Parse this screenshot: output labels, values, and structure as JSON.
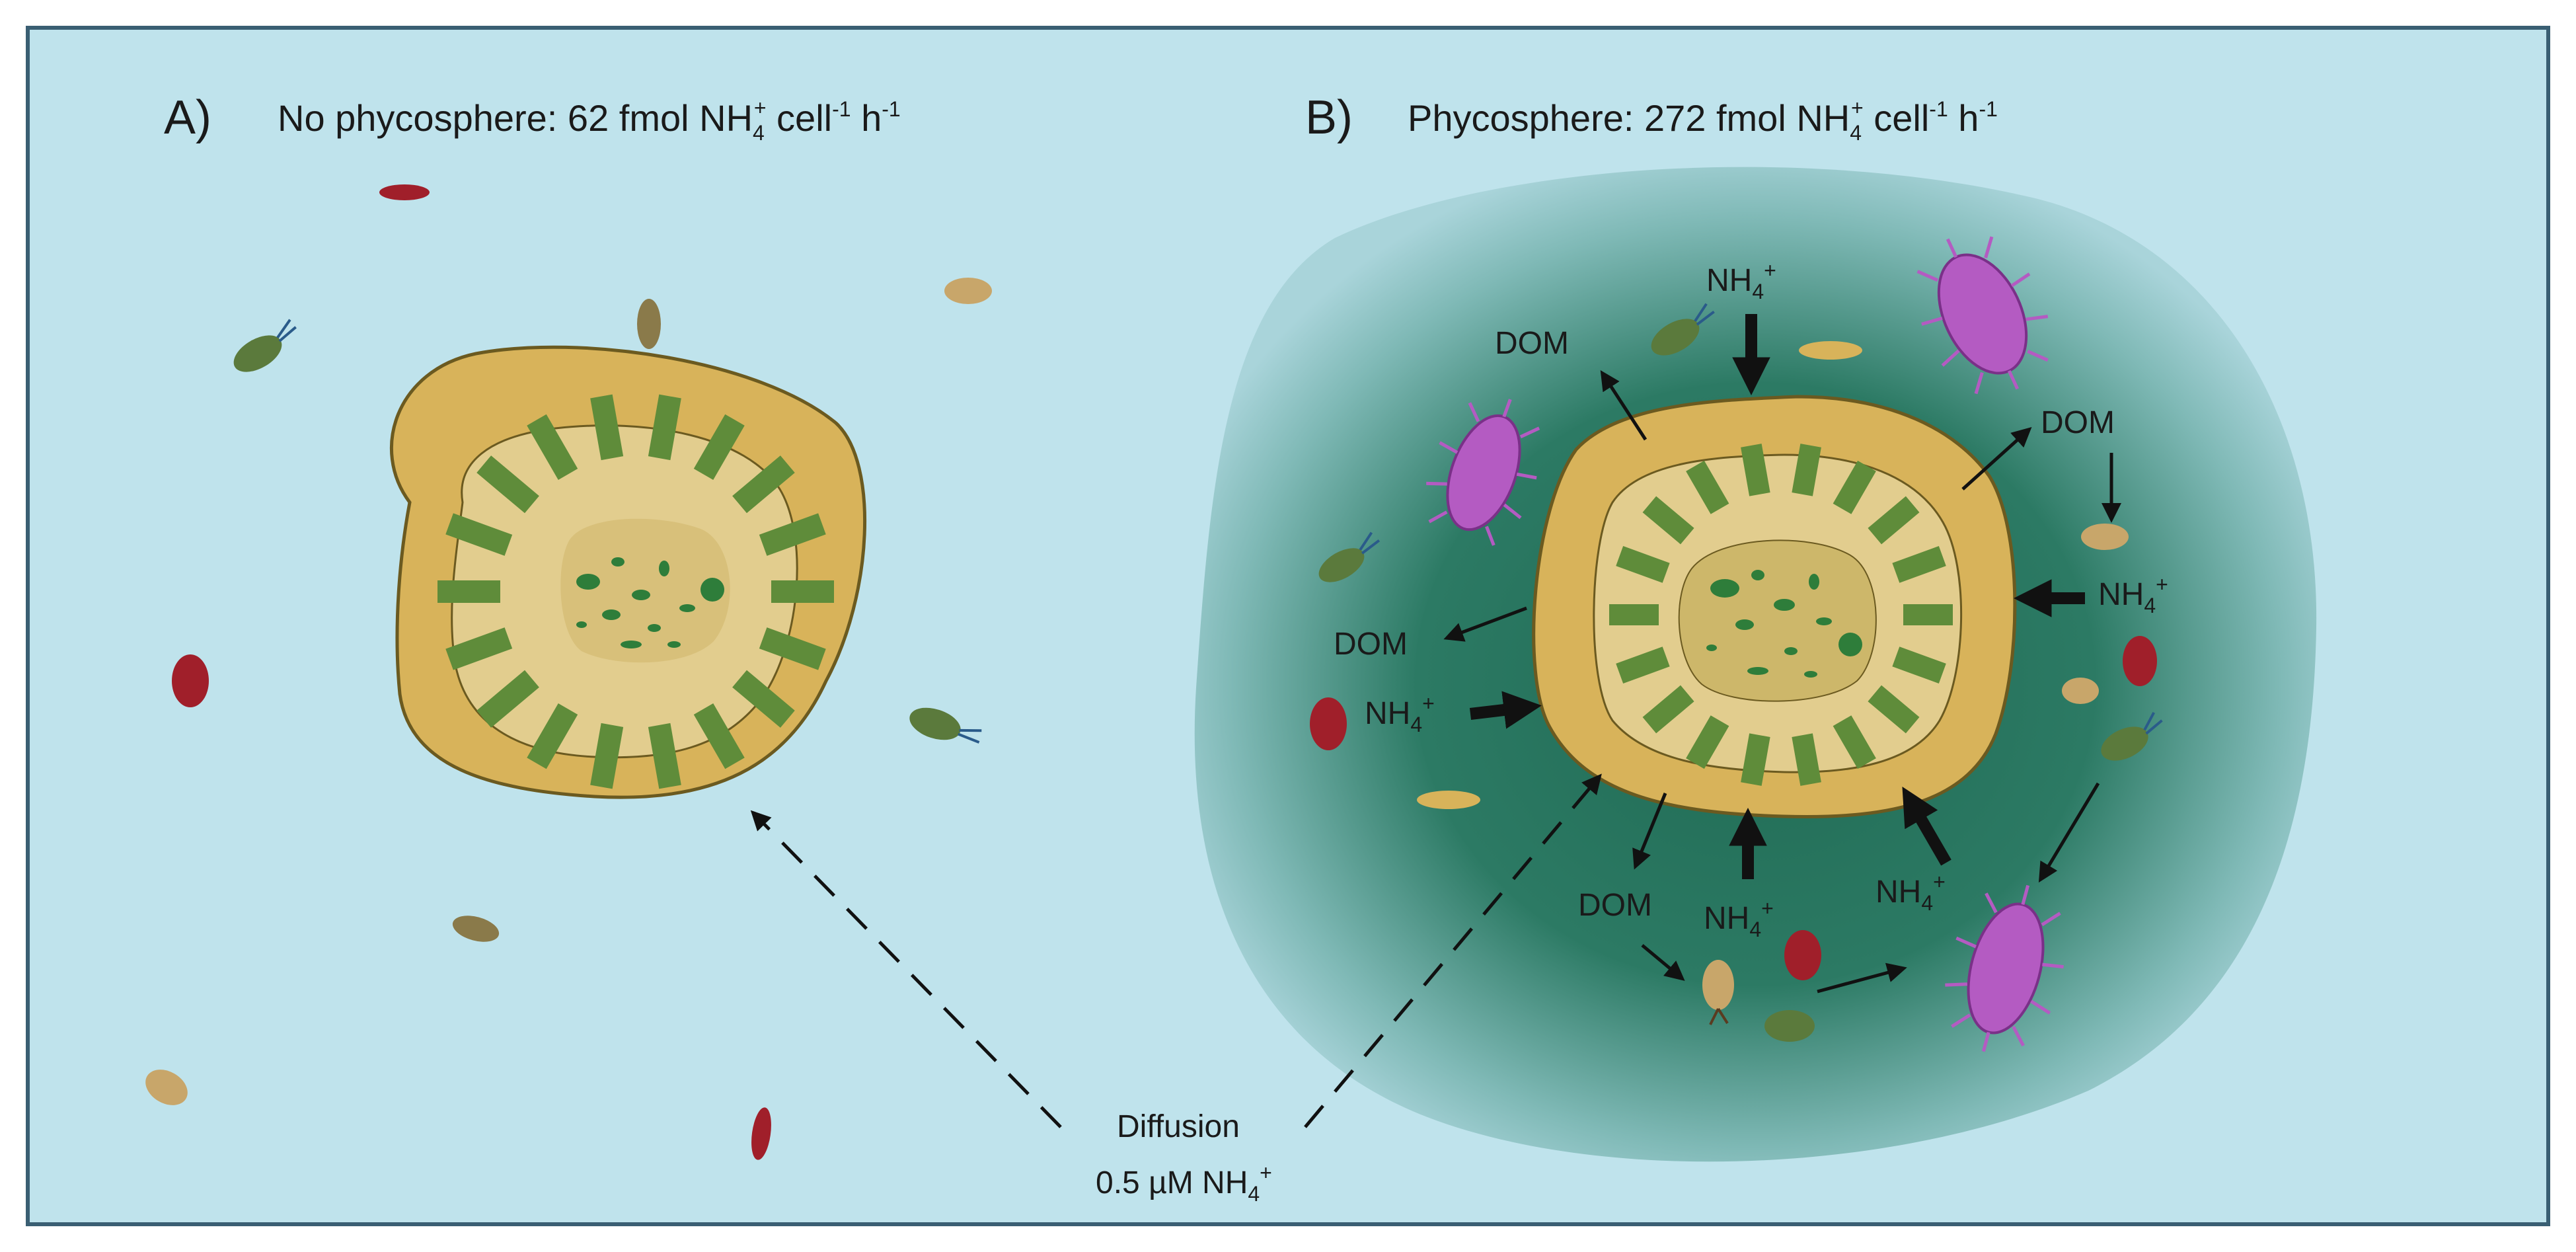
{
  "panel_a": {
    "letter": "A)",
    "title_prefix": "No phycosphere: 62 fmol NH",
    "title_suffix_a": " cell",
    "title_suffix_b": " h",
    "sub_4": "4",
    "sup_plus": "+",
    "sup_minus1": "-1"
  },
  "panel_b": {
    "letter": "B)",
    "title_prefix": "Phycosphere: 272 fmol NH",
    "title_suffix_a": " cell",
    "title_suffix_b": " h",
    "sub_4": "4",
    "sup_plus": "+",
    "sup_minus1": "-1",
    "dom_label": "DOM",
    "nh_label": "NH",
    "nh_sub": "4",
    "nh_sup": "+"
  },
  "diffusion": {
    "line1": "Diffusion",
    "line2_prefix": "0.5 µM NH",
    "sub": "4",
    "sup": "+"
  },
  "colors": {
    "background": "#bfe3ec",
    "frame": "#3a5f73",
    "cell_outer": "#d8b35a",
    "cell_inner": "#e2cd8e",
    "cell_bars": "#5f8c3a",
    "nucleus": "#cdb76a",
    "phycosphere": "#2f7a62",
    "bacteria_red": "#a01f2a",
    "bacteria_green": "#5b7a3c",
    "bacteria_tan": "#c8a66a",
    "bacteria_purple": "#b45bc2"
  }
}
